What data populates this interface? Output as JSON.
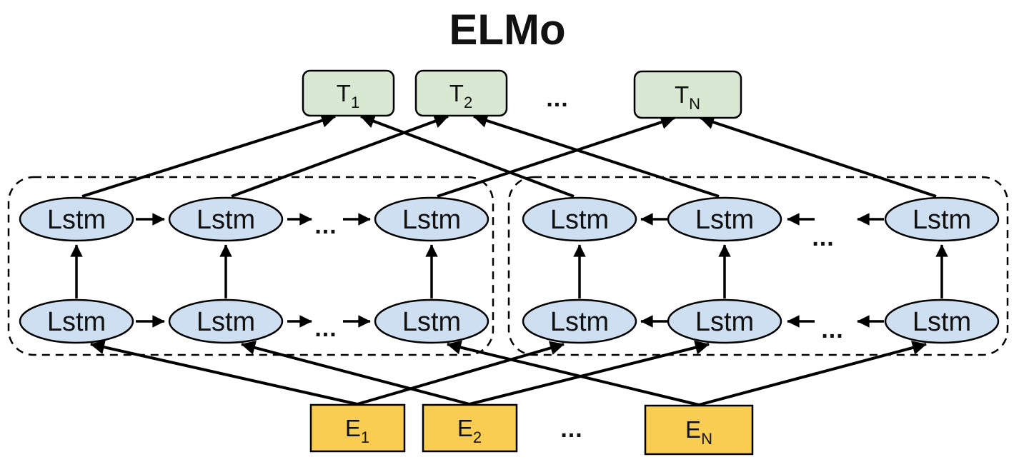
{
  "title": "ELMo",
  "nodes": {
    "lstm": "Lstm",
    "ellipsis": "...",
    "outputs": [
      {
        "main": "T",
        "sub": "1"
      },
      {
        "main": "T",
        "sub": "2"
      },
      {
        "main": "T",
        "sub": "N"
      }
    ],
    "embeddings": [
      {
        "main": "E",
        "sub": "1"
      },
      {
        "main": "E",
        "sub": "2"
      },
      {
        "main": "E",
        "sub": "N"
      }
    ]
  },
  "colors": {
    "output_fill": "#d9e8d2",
    "lstm_fill": "#cfdff2",
    "embedding_fill": "#f9cc52",
    "outline": "#000000"
  }
}
